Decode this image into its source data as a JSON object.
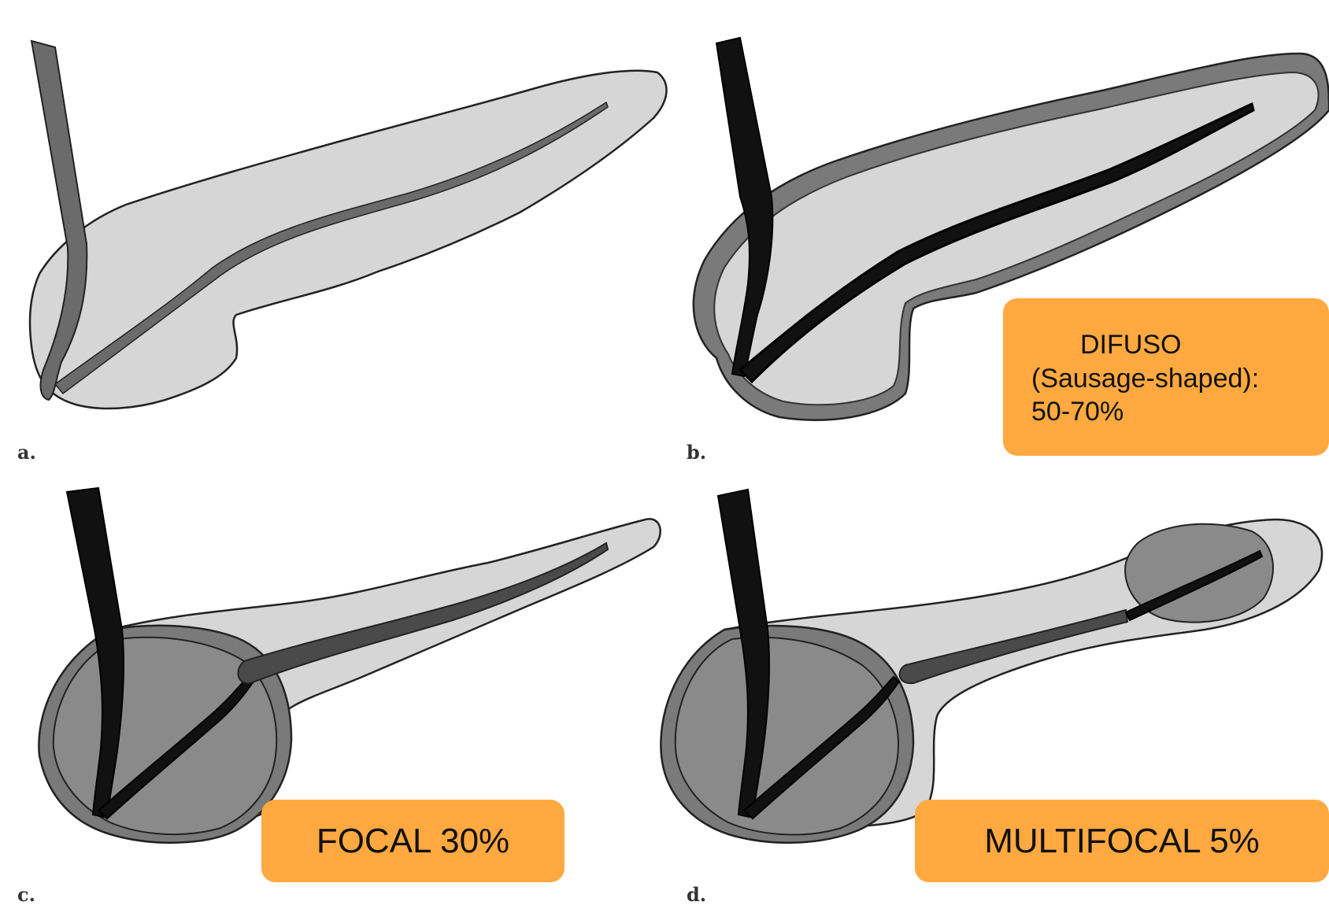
{
  "panels": [
    {
      "letter": "a."
    },
    {
      "letter": "b."
    },
    {
      "letter": "c."
    },
    {
      "letter": "d."
    }
  ],
  "callouts": {
    "b": {
      "line1": "DIFUSO",
      "line2": "(Sausage-shaped):",
      "line3": "50-70%"
    },
    "c": {
      "text": "FOCAL 30%"
    },
    "d": {
      "text": "MULTIFOCAL 5%"
    }
  },
  "colors": {
    "gland_fill": "#d6d6d6",
    "duct_gray": "#6b6b6b",
    "duct_dark": "#1a1a1a",
    "capsule_gray": "#7a7a7a",
    "mass_gray": "#8a8a8a",
    "callout_orange": "#ffa940"
  }
}
